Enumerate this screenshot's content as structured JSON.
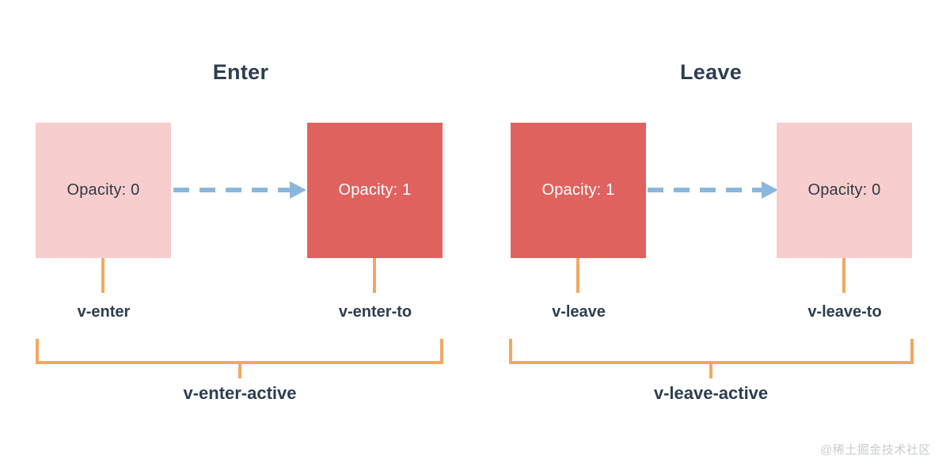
{
  "diagram": {
    "title_enter": "Enter",
    "title_leave": "Leave",
    "watermark": "@稀土掘金技术社区",
    "colors": {
      "background": "#ffffff",
      "box_light": "#f7cdcd",
      "box_dark": "#e0625f",
      "arrow": "#8cb7dd",
      "connector": "#f2a85f",
      "text_dark": "#2d3e50",
      "text_on_dark": "#ffffff",
      "watermark": "#c8ccd1"
    }
  },
  "panels": [
    {
      "id": "enter",
      "title": "Enter",
      "from_box": {
        "label": "Opacity: 0",
        "fill": "light",
        "class_name": "v-enter"
      },
      "to_box": {
        "label": "Opacity: 1",
        "fill": "dark",
        "class_name": "v-enter-to"
      },
      "active_class": "v-enter-active"
    },
    {
      "id": "leave",
      "title": "Leave",
      "from_box": {
        "label": "Opacity: 1",
        "fill": "dark",
        "class_name": "v-leave"
      },
      "to_box": {
        "label": "Opacity: 0",
        "fill": "light",
        "class_name": "v-leave-to"
      },
      "active_class": "v-leave-active"
    }
  ]
}
